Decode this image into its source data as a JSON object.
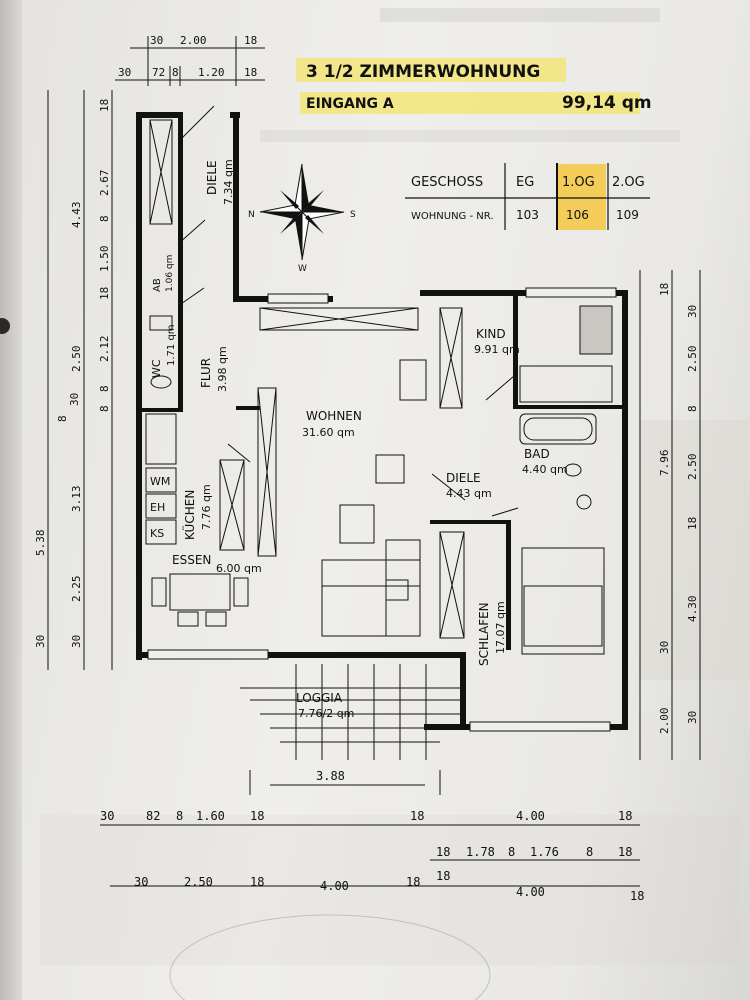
{
  "header": {
    "title": "3 1/2  ZIMMERWOHNUNG",
    "entrance": "EINGANG  A",
    "area": "99,14 qm"
  },
  "floor_table": {
    "row1_label": "GESCHOSS",
    "row1": [
      "EG",
      "1.OG",
      "2.OG"
    ],
    "row2_label": "WOHNUNG - NR.",
    "row2": [
      "103",
      "106",
      "109"
    ]
  },
  "rooms": {
    "diele_top": {
      "name": "DIELE",
      "area": "7.34 qm"
    },
    "ab": {
      "name": "AB",
      "area": "1.06 qm"
    },
    "wc": {
      "name": "WC",
      "area": "1.71 qm"
    },
    "flur": {
      "name": "FLUR",
      "area": "3.98 qm"
    },
    "kueche": {
      "name": "KÜCHEN",
      "area": "7.76 qm"
    },
    "essen": {
      "name": "ESSEN",
      "area": "6.00 qm"
    },
    "wohnen": {
      "name": "WOHNEN",
      "area": "31.60 qm"
    },
    "kind": {
      "name": "KIND",
      "area": "9.91 qm"
    },
    "bad": {
      "name": "BAD",
      "area": "4.40 qm"
    },
    "diele_mid": {
      "name": "DIELE",
      "area": "4.43 qm"
    },
    "schlafen": {
      "name": "SCHLAFEN",
      "area": "17.07 qm"
    },
    "loggia": {
      "name": "LOGGIA",
      "area": "7.76/2 qm"
    }
  },
  "appliances": [
    "WM",
    "EH",
    "KS"
  ],
  "compass": {
    "n": "N",
    "s": "S",
    "w": "W"
  },
  "dims_top": {
    "row1": [
      "30",
      "2.00",
      "18"
    ],
    "row2": [
      "30",
      "72",
      "8",
      "1.20",
      "18"
    ]
  },
  "dims_left": {
    "col_inner": [
      "18",
      "2.67",
      "8",
      "1.50",
      "18",
      "2.12",
      "8",
      "30",
      "8"
    ],
    "col_mid": [
      "4.43",
      "2.50",
      "8",
      "3.13",
      "2.25",
      "30"
    ],
    "col_outer": [
      "5.38",
      "30"
    ]
  },
  "dims_right": {
    "col_inner": [
      "18",
      "30",
      "2.50",
      "8",
      "2.50",
      "18",
      "30",
      "30"
    ],
    "col_mid": [
      "7.96",
      "4.30",
      "2.00"
    ]
  },
  "dims_bottom": {
    "loggia": "3.88",
    "row_a": [
      "30",
      "82",
      "8",
      "1.60",
      "18"
    ],
    "row_a2": [
      "18",
      "4.00",
      "18"
    ],
    "row_b": [
      "18",
      "1.78",
      "8",
      "1.76",
      "8",
      "18"
    ],
    "row_c": [
      "30",
      "2.50",
      "18",
      "4.00",
      "18"
    ],
    "row_c2": [
      "18",
      "4.00",
      "18"
    ]
  },
  "colors": {
    "highlight": "#f5e23a",
    "ink": "#111111",
    "paper": "#ecebe7"
  }
}
